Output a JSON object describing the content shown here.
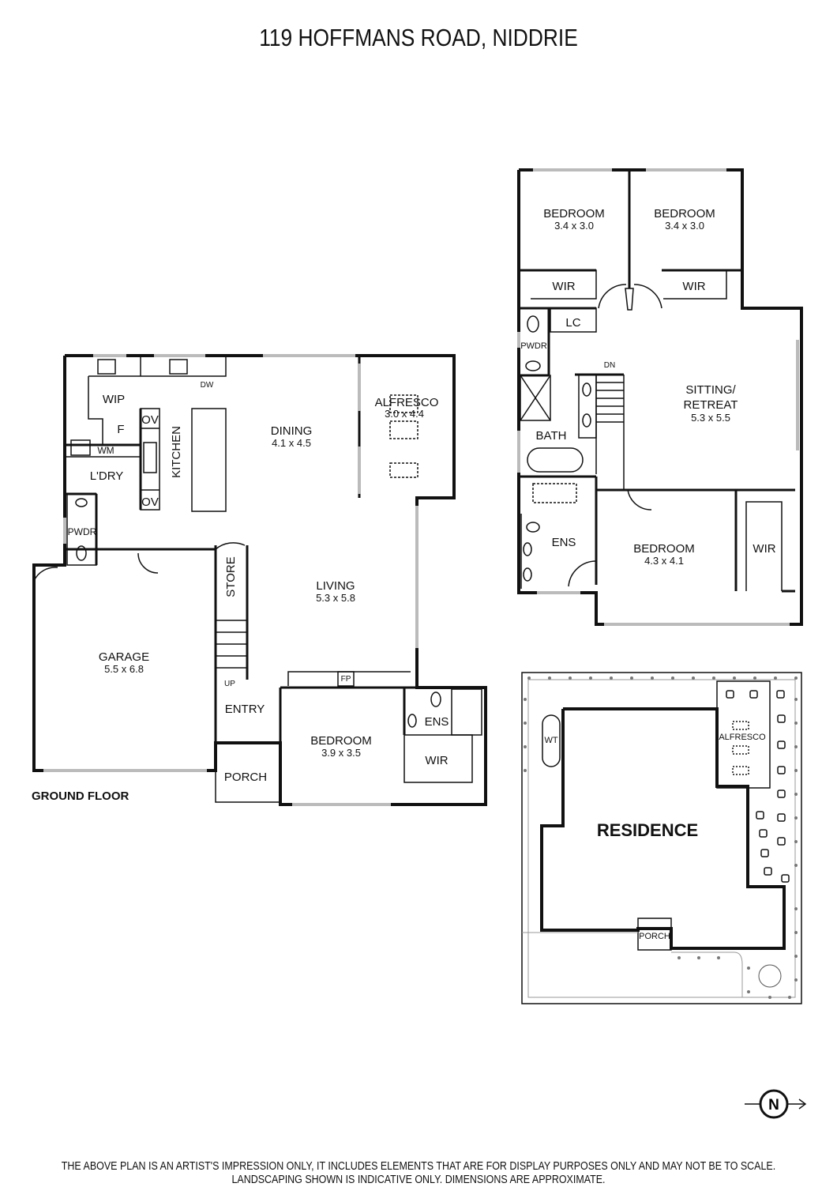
{
  "title": "119 HOFFMANS ROAD, NIDDRIE",
  "ground_floor": {
    "label": "GROUND FLOOR",
    "rooms": {
      "wip": "WIP",
      "f": "F",
      "wm": "WM",
      "ldry": "L'DRY",
      "pwdr": "PWDR",
      "ov1": "OV",
      "ov2": "OV",
      "kitchen": "KITCHEN",
      "dw": "DW",
      "dining": "DINING",
      "dining_dim": "4.1 x 4.5",
      "alfresco": "ALFRESCO",
      "alfresco_dim": "3.0 x 4.4",
      "living": "LIVING",
      "living_dim": "5.3 x 5.8",
      "store": "STORE",
      "up": "UP",
      "garage": "GARAGE",
      "garage_dim": "5.5 x 6.8",
      "entry": "ENTRY",
      "porch": "PORCH",
      "fp": "FP",
      "bedroom": "BEDROOM",
      "bedroom_dim": "3.9 x 3.5",
      "ens": "ENS",
      "wir": "WIR"
    }
  },
  "upper_floor": {
    "rooms": {
      "bed1": "BEDROOM",
      "bed1_dim": "3.4 x 3.0",
      "bed2": "BEDROOM",
      "bed2_dim": "3.4 x 3.0",
      "wir1": "WIR",
      "wir2": "WIR",
      "lc": "LC",
      "pwdr": "PWDR",
      "dn": "DN",
      "bath": "BATH",
      "sitting": "SITTING/",
      "sitting2": "RETREAT",
      "sitting_dim": "5.3 x 5.5",
      "ens": "ENS",
      "bed3": "BEDROOM",
      "bed3_dim": "4.3 x 4.1",
      "wir3": "WIR"
    }
  },
  "site_plan": {
    "residence": "RESIDENCE",
    "alfresco": "ALFRESCO",
    "porch": "PORCH",
    "wt": "WT"
  },
  "north": "N",
  "disclaimer": {
    "line1": "THE ABOVE PLAN IS AN ARTIST'S IMPRESSION ONLY, IT INCLUDES ELEMENTS THAT ARE FOR DISPLAY PURPOSES ONLY AND MAY NOT BE TO SCALE.",
    "line2": "LANDSCAPING SHOWN IS INDICATIVE ONLY. DIMENSIONS ARE APPROXIMATE."
  }
}
